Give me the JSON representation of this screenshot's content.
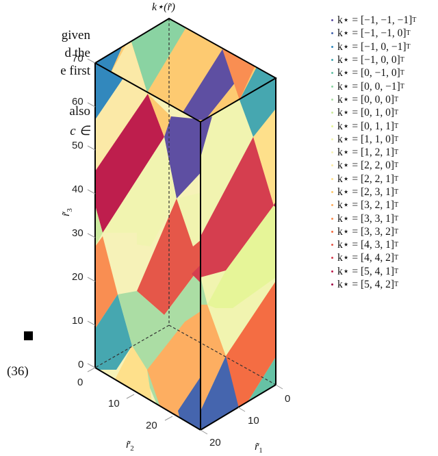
{
  "left_text_fragments": [
    "given",
    "d the",
    "e first",
    "",
    "also",
    "c   ∈"
  ],
  "equation_number": "(36)",
  "chart_data": {
    "type": "heatmap",
    "subtype": "3d-box-surface-piecewise-constant",
    "title": "k⋆(r̃)",
    "xlabel": "r̃₁",
    "ylabel": "r̃₂",
    "zlabel": "r̃₃",
    "x_ticks": [
      "0",
      "10",
      "20"
    ],
    "y_ticks": [
      "0",
      "10",
      "20"
    ],
    "z_ticks": [
      "0",
      "10",
      "20",
      "30",
      "40",
      "50",
      "60",
      "70"
    ],
    "xlim": [
      0,
      20
    ],
    "ylim": [
      0,
      20
    ],
    "zlim": [
      0,
      70
    ],
    "grid": false,
    "legend_position": "right",
    "colormap": "Spectral",
    "legend": [
      {
        "label": "k⋆ = [−1, −1, −1]",
        "color": "#5e4fa2"
      },
      {
        "label": "k⋆ = [−1, −1, 0]",
        "color": "#4565ae"
      },
      {
        "label": "k⋆ = [−1, 0, −1]",
        "color": "#3288bd"
      },
      {
        "label": "k⋆ = [−1, 0, 0]",
        "color": "#46a7b0"
      },
      {
        "label": "k⋆ = [0, −1, 0]",
        "color": "#66c2a5"
      },
      {
        "label": "k⋆ = [0, 0, −1]",
        "color": "#8ad3a2"
      },
      {
        "label": "k⋆ = [0, 0, 0]",
        "color": "#abdda4"
      },
      {
        "label": "k⋆ = [0, 1, 0]",
        "color": "#cbe99e"
      },
      {
        "label": "k⋆ = [0, 1, 1]",
        "color": "#e6f598"
      },
      {
        "label": "k⋆ = [1, 1, 0]",
        "color": "#f1f4b0"
      },
      {
        "label": "k⋆ = [1, 2, 1]",
        "color": "#f6f2b8"
      },
      {
        "label": "k⋆ = [2, 2, 0]",
        "color": "#fbe9a7"
      },
      {
        "label": "k⋆ = [2, 2, 1]",
        "color": "#fee08b"
      },
      {
        "label": "k⋆ = [2, 3, 1]",
        "color": "#fdca71"
      },
      {
        "label": "k⋆ = [3, 2, 1]",
        "color": "#fdae61"
      },
      {
        "label": "k⋆ = [3, 3, 1]",
        "color": "#f98e52"
      },
      {
        "label": "k⋆ = [3, 3, 2]",
        "color": "#f46d43"
      },
      {
        "label": "k⋆ = [4, 3, 1]",
        "color": "#e55749"
      },
      {
        "label": "k⋆ = [4, 4, 2]",
        "color": "#d53e4f"
      },
      {
        "label": "k⋆ = [5, 4, 1]",
        "color": "#be1e4d"
      },
      {
        "label": "k⋆ = [5, 4, 2]",
        "color": "#9e0142"
      }
    ],
    "legend_superscript": "T"
  }
}
